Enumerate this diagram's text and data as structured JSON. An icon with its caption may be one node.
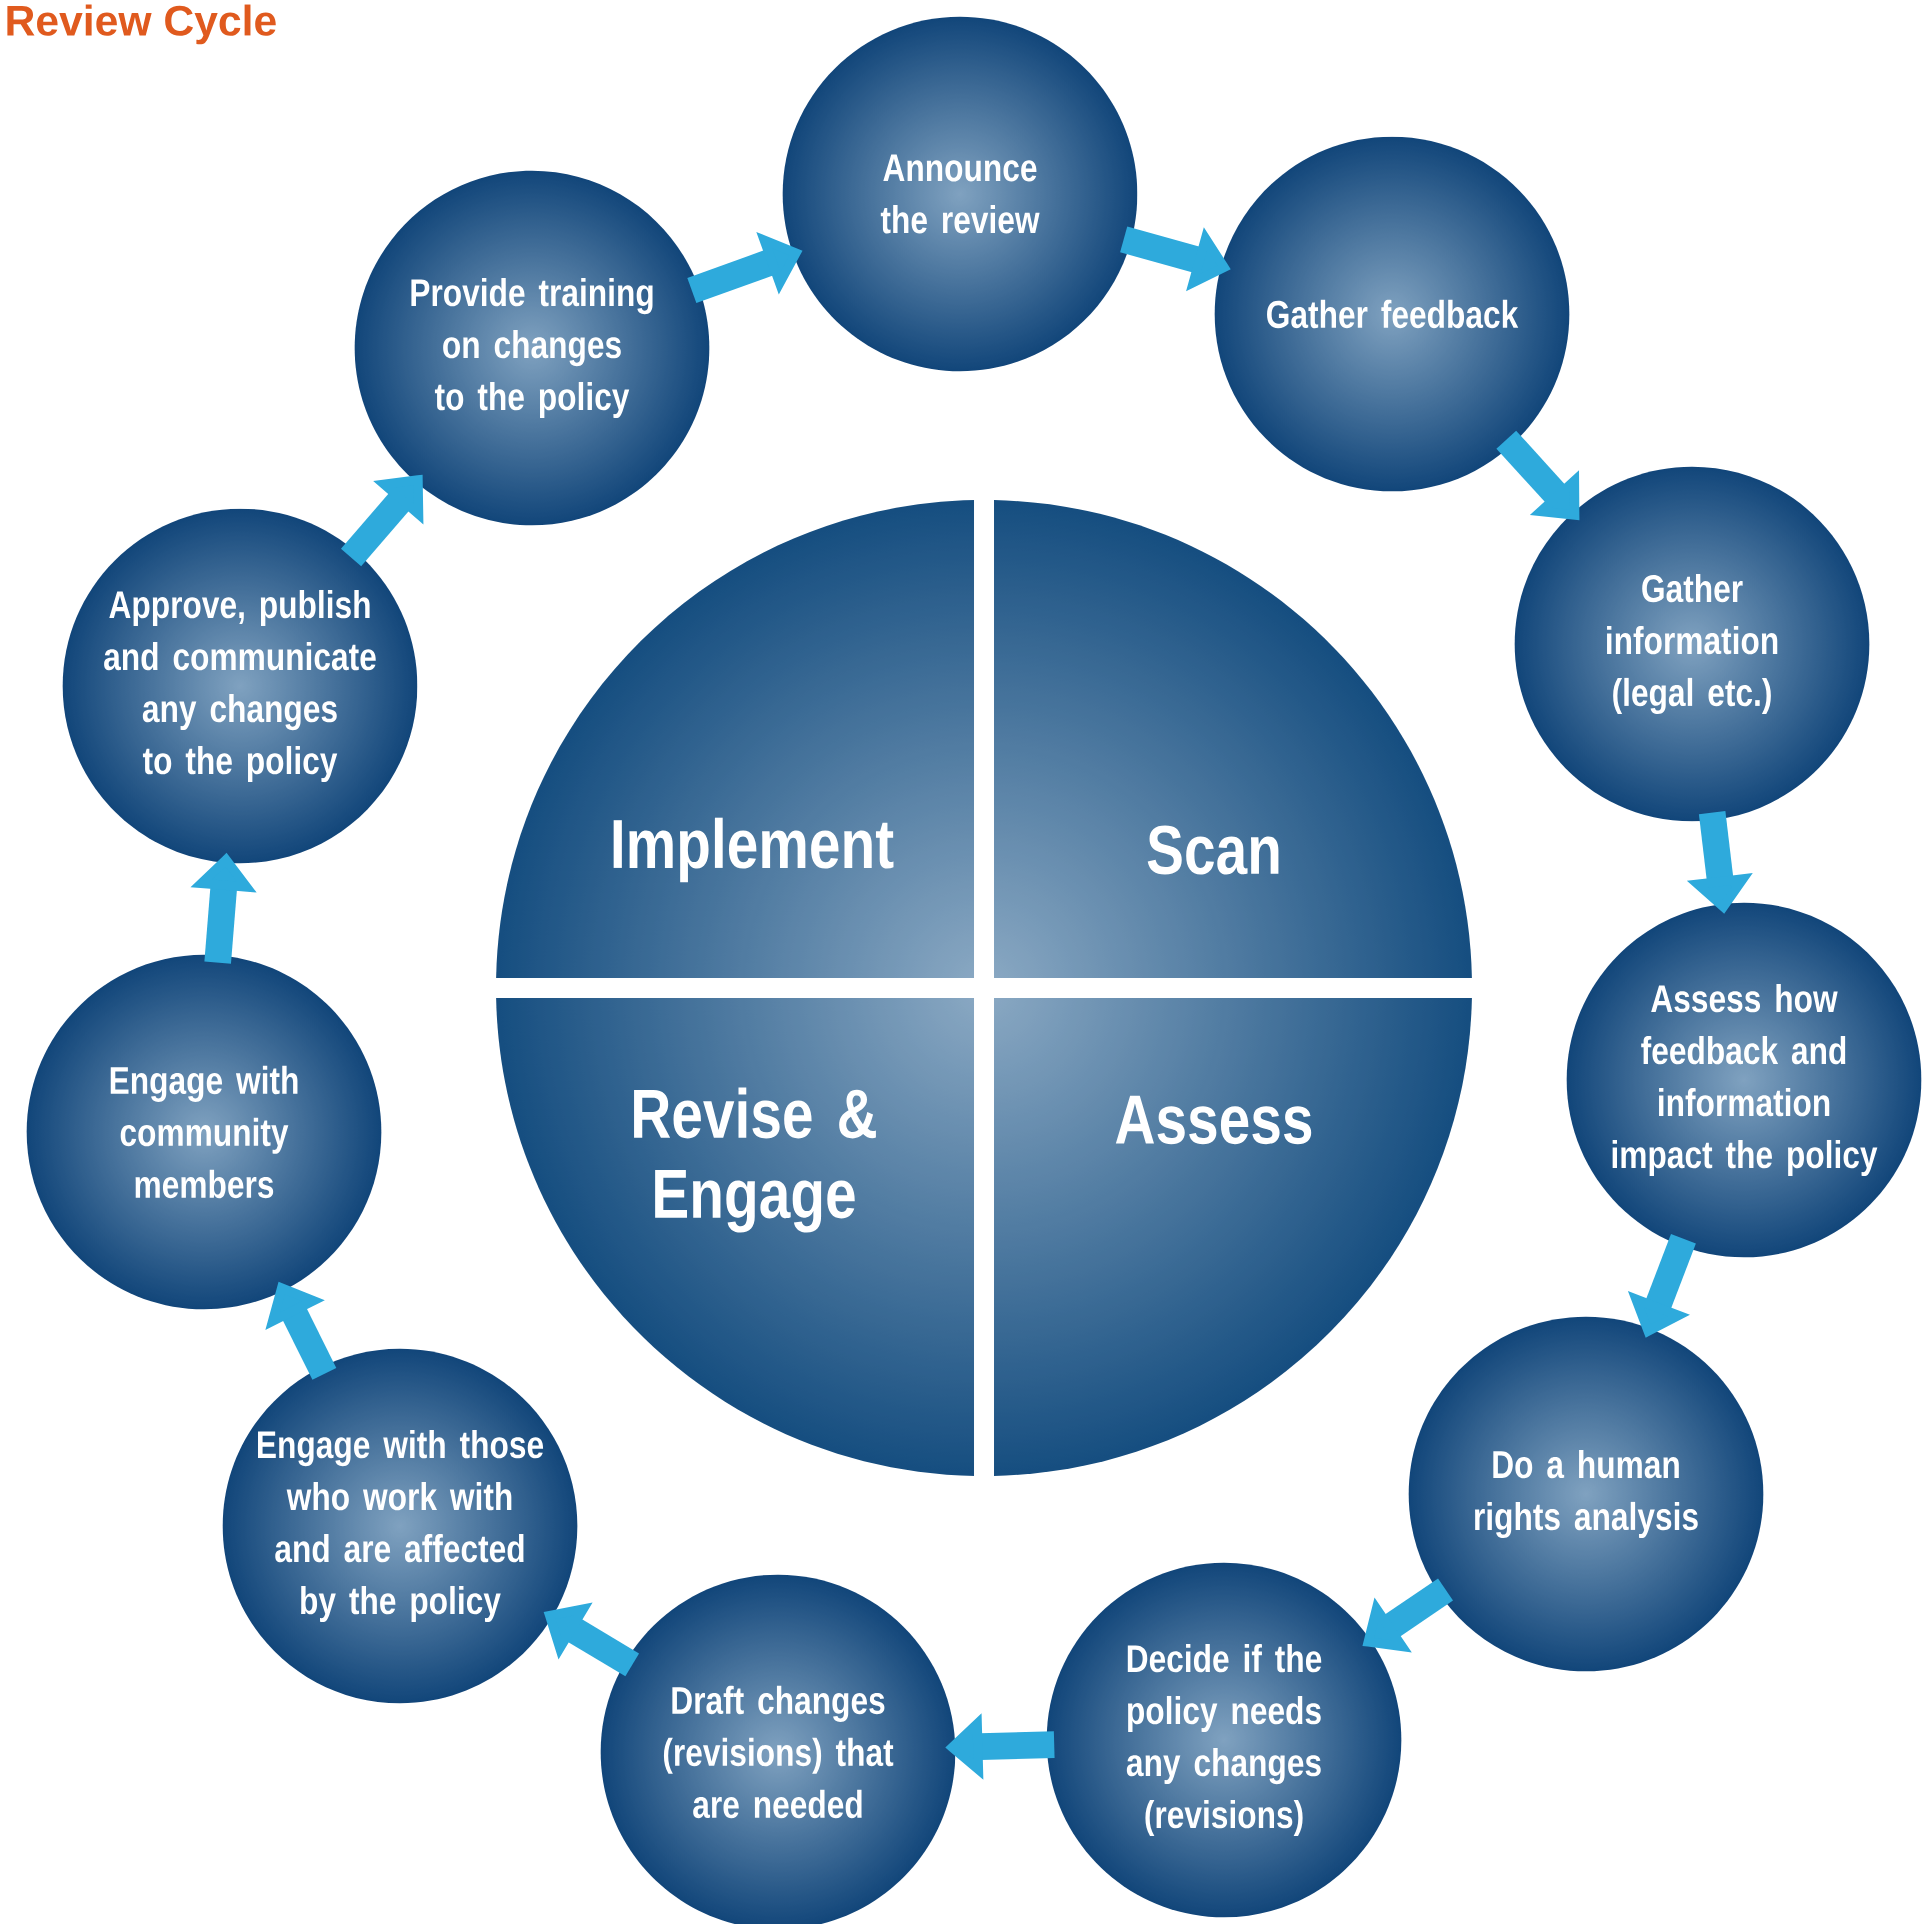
{
  "diagram": {
    "title": "Review Cycle",
    "nodes": [
      {
        "text": [
          "Announce the review"
        ]
      },
      {
        "text": [
          "Gather feedback"
        ]
      },
      {
        "text": [
          "Gather information (legal etc.)"
        ]
      },
      {
        "text": [
          "Assess how feedback and information impact the policy"
        ]
      },
      {
        "text": [
          "Do a human rights analysis"
        ]
      },
      {
        "text": [
          "Decide if the policy needs any changes (revisions)"
        ]
      },
      {
        "text": [
          "Draft changes (revisions) that are needed"
        ]
      },
      {
        "text": [
          "Engage with those who work with and are affected by the policy"
        ]
      },
      {
        "text": [
          "Engage with community members"
        ]
      },
      {
        "text": [
          "Approve, publish and communicate any changes to the policy"
        ]
      },
      {
        "text": [
          "Provide training on changes to the policy"
        ]
      },
      {
        "text": [
          "Implement"
        ]
      },
      {
        "text": [
          "Scan"
        ]
      },
      {
        "text": [
          "Revise & Engage"
        ]
      },
      {
        "text": [
          "Assess"
        ]
      }
    ],
    "edges": [
      {
        "from": 0,
        "to": 1,
        "arrow": "to"
      },
      {
        "from": 1,
        "to": 2,
        "arrow": "to"
      },
      {
        "from": 2,
        "to": 3,
        "arrow": "to"
      },
      {
        "from": 3,
        "to": 4,
        "arrow": "to"
      },
      {
        "from": 4,
        "to": 5,
        "arrow": "to"
      },
      {
        "from": 5,
        "to": 6,
        "arrow": "to"
      },
      {
        "from": 6,
        "to": 7,
        "arrow": "to"
      },
      {
        "from": 7,
        "to": 8,
        "arrow": "to"
      },
      {
        "from": 8,
        "to": 9,
        "arrow": "to"
      },
      {
        "from": 9,
        "to": 10,
        "arrow": "to"
      },
      {
        "from": 10,
        "to": 0,
        "arrow": "to"
      }
    ]
  }
}
